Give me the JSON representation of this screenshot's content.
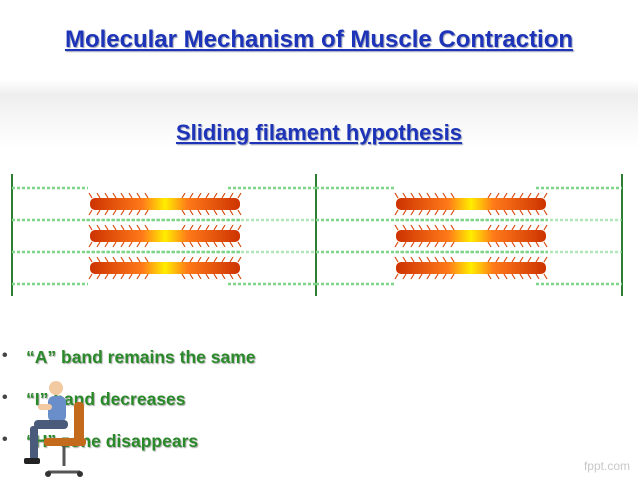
{
  "slide": {
    "title": "Molecular Mechanism of Muscle Contraction",
    "subtitle": "Sliding filament hypothesis",
    "bullets": [
      {
        "text": "“A” band remains the same"
      },
      {
        "text": "“I” band decreases"
      },
      {
        "text": "“H” zone disappears"
      }
    ],
    "watermark": "fppt.com"
  },
  "colors": {
    "title": "#1d34b8",
    "bullet": "#2a8a2a",
    "z_line": "#2e7d32",
    "actin": "#7fd68a",
    "myosin": "#cc3300",
    "h_zone": "#ffee00"
  },
  "icons": {
    "figure": "seated-person-illustration"
  }
}
